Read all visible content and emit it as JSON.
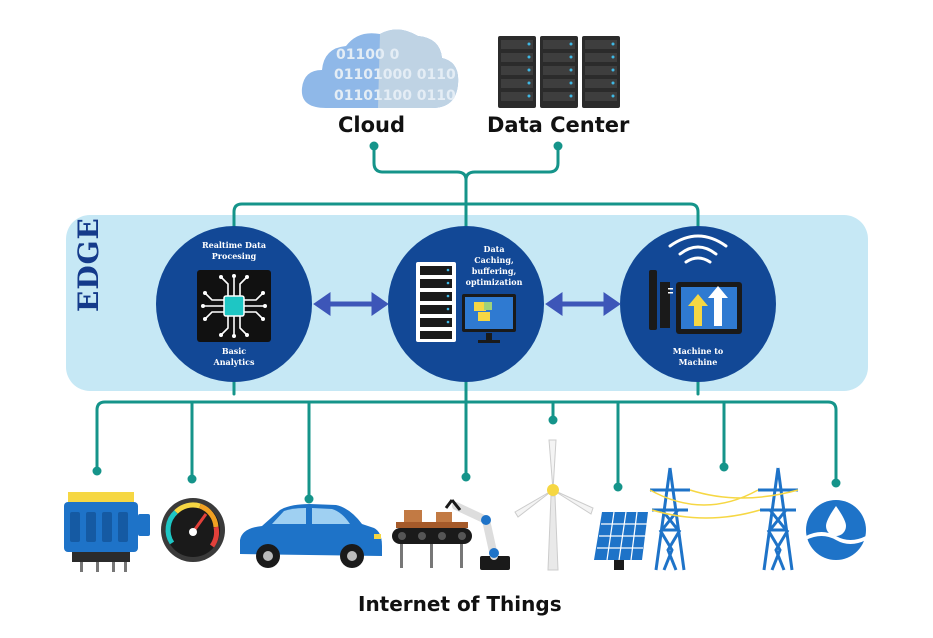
{
  "top": {
    "cloud_label": "Cloud",
    "cloud_binary": [
      "01100 0",
      "01101000 0110",
      "01101100 0110"
    ],
    "datacenter_label": "Data Center"
  },
  "edge": {
    "title": "EDGE",
    "panel_color": "#c6e8f5",
    "circle_color": "#124896",
    "node_left": {
      "top_line1": "Realtime Data",
      "top_line2": "Procesing",
      "bottom_line1": "Basic",
      "bottom_line2": "Analytics"
    },
    "node_center": {
      "line1": "Data",
      "line2": "Caching,",
      "line3": "buffering,",
      "line4": "optimization"
    },
    "node_right": {
      "bottom_line1": "Machine to",
      "bottom_line2": "Machine"
    }
  },
  "footer": {
    "label": "Internet of Things"
  },
  "colors": {
    "connector": "#15948a",
    "arrow": "#3d56b8",
    "device_blue": "#1e73c8"
  },
  "devices": [
    "engine-icon",
    "speedometer-icon",
    "car-icon",
    "robot-arm-conveyor-icon",
    "wind-turbine-icon",
    "solar-panel-icon",
    "power-tower-icon",
    "water-drop-icon"
  ]
}
